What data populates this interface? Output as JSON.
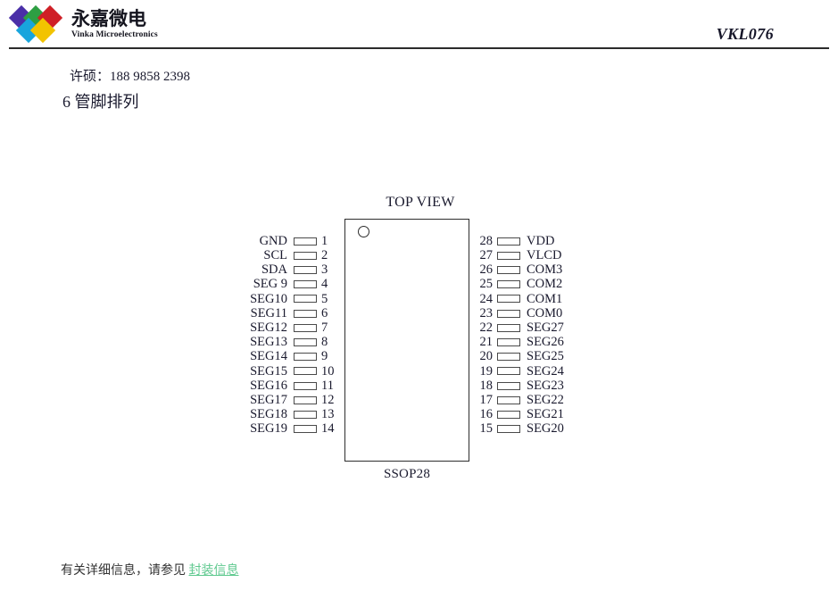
{
  "header": {
    "brand_cn": "永嘉微电",
    "brand_en": "Vinka Microelectronics",
    "part_number": "VKL076",
    "logo_colors": {
      "purple": "#4a2fa8",
      "green": "#2e9f43",
      "red": "#cf1f26",
      "cyan": "#18a5dd",
      "yellow": "#f2c300"
    }
  },
  "body": {
    "contact_line": "许硕：188 9858 2398",
    "section_heading": "6 管脚排列"
  },
  "diagram": {
    "top_view_label": "TOP VIEW",
    "package_label": "SSOP28",
    "left_pins": [
      {
        "number": "1",
        "label": "GND"
      },
      {
        "number": "2",
        "label": "SCL"
      },
      {
        "number": "3",
        "label": "SDA"
      },
      {
        "number": "4",
        "label": "SEG 9"
      },
      {
        "number": "5",
        "label": "SEG10"
      },
      {
        "number": "6",
        "label": "SEG11"
      },
      {
        "number": "7",
        "label": "SEG12"
      },
      {
        "number": "8",
        "label": "SEG13"
      },
      {
        "number": "9",
        "label": "SEG14"
      },
      {
        "number": "10",
        "label": "SEG15"
      },
      {
        "number": "11",
        "label": "SEG16"
      },
      {
        "number": "12",
        "label": "SEG17"
      },
      {
        "number": "13",
        "label": "SEG18"
      },
      {
        "number": "14",
        "label": "SEG19"
      }
    ],
    "right_pins": [
      {
        "number": "28",
        "label": "VDD"
      },
      {
        "number": "27",
        "label": "VLCD"
      },
      {
        "number": "26",
        "label": "COM3"
      },
      {
        "number": "25",
        "label": "COM2"
      },
      {
        "number": "24",
        "label": "COM1"
      },
      {
        "number": "23",
        "label": "COM0"
      },
      {
        "number": "22",
        "label": "SEG27"
      },
      {
        "number": "21",
        "label": "SEG26"
      },
      {
        "number": "20",
        "label": "SEG25"
      },
      {
        "number": "19",
        "label": "SEG24"
      },
      {
        "number": "18",
        "label": "SEG23"
      },
      {
        "number": "17",
        "label": "SEG22"
      },
      {
        "number": "16",
        "label": "SEG21"
      },
      {
        "number": "15",
        "label": "SEG20"
      }
    ]
  },
  "footer": {
    "note_prefix": "有关详细信息，请参见 ",
    "link_text": "封装信息",
    "link_color": "#5fc98f"
  }
}
